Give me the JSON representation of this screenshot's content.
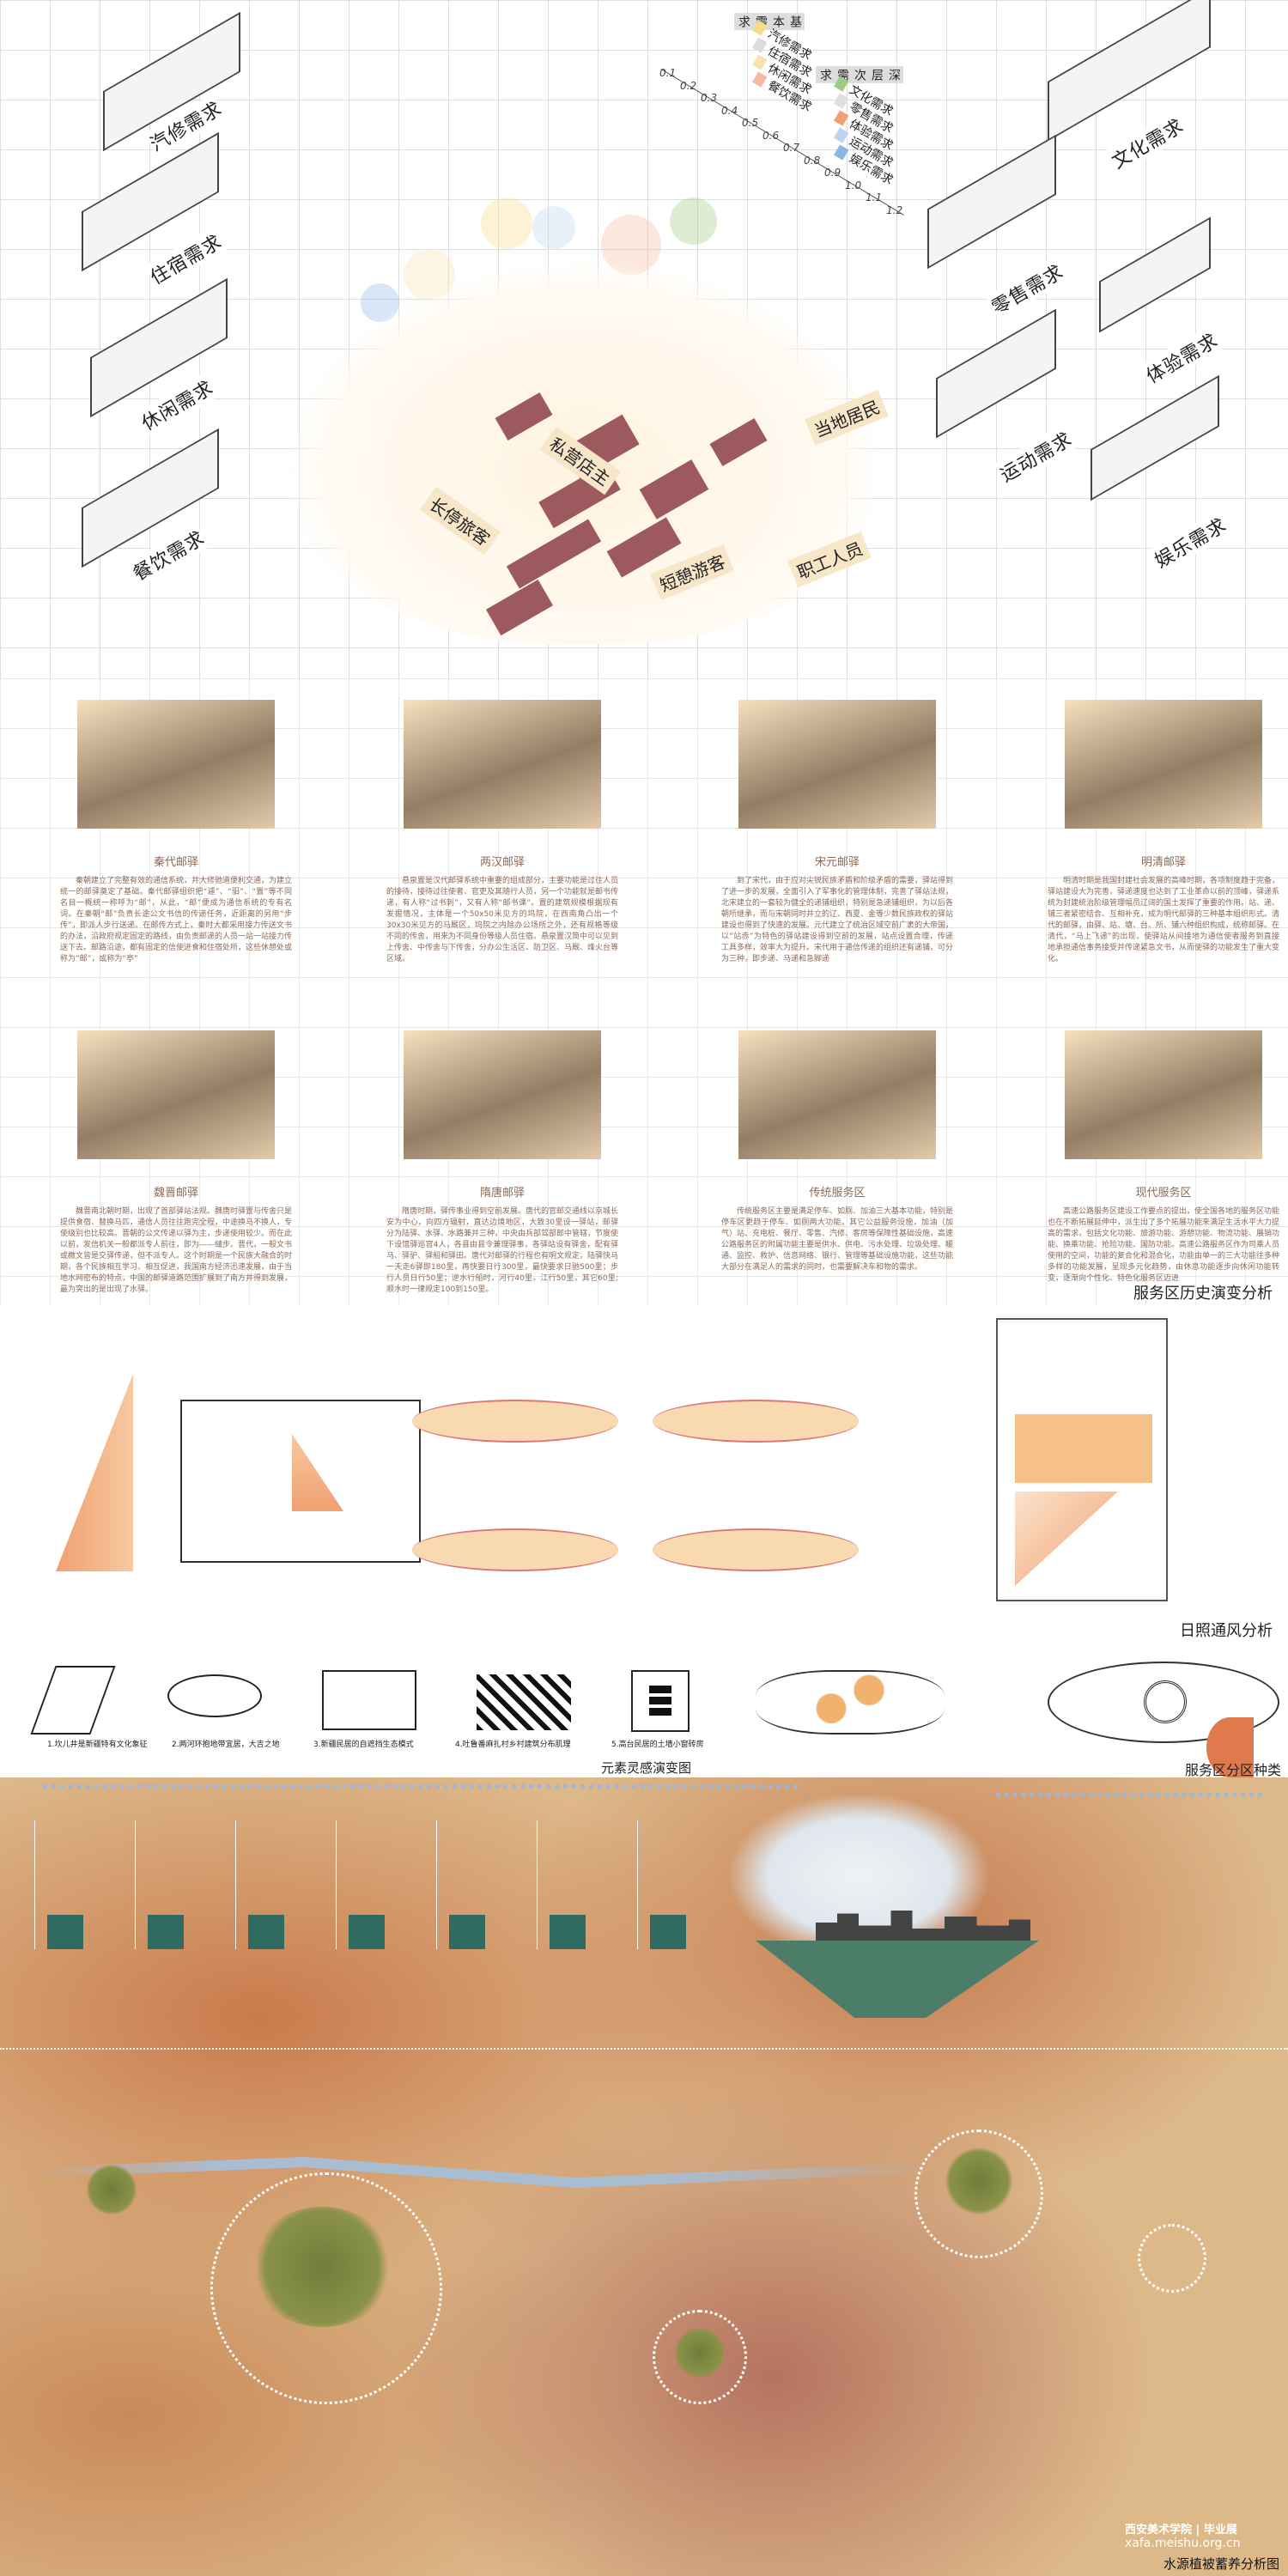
{
  "demand_diagram": {
    "left_needs": [
      "汽修需求",
      "住宿需求",
      "休闲需求",
      "餐饮需求"
    ],
    "right_needs": [
      "文化需求",
      "零售需求",
      "体验需求",
      "运动需求",
      "娱乐需求"
    ],
    "legend": {
      "basic_label": "基本需求",
      "basic": [
        {
          "label": "汽修需求",
          "color": "#f6dc8c"
        },
        {
          "label": "住宿需求",
          "color": "#dcdcdc"
        },
        {
          "label": "休闲需求",
          "color": "#f8e2b0"
        },
        {
          "label": "餐饮需求",
          "color": "#f4b9a0"
        }
      ],
      "deep_label": "深层次需求",
      "deep": [
        {
          "label": "文化需求",
          "color": "#9ccc84"
        },
        {
          "label": "零售需求",
          "color": "#dedede"
        },
        {
          "label": "体验需求",
          "color": "#f0a070"
        },
        {
          "label": "运动需求",
          "color": "#bcd4ee"
        },
        {
          "label": "娱乐需求",
          "color": "#8ab8e4"
        }
      ]
    },
    "axis_ticks": [
      "0.1",
      "0.2",
      "0.3",
      "0.4",
      "0.5",
      "0.6",
      "0.7",
      "0.8",
      "0.9",
      "1.0",
      "1.1",
      "1.2"
    ],
    "people": [
      "长停旅客",
      "私营店主",
      "短憩游客",
      "当地居民",
      "职工人员"
    ]
  },
  "history": {
    "cards": [
      {
        "title": "秦代邮驿",
        "text": "秦朝建立了完整有效的通信系统，并大修驰道便利交通，为建立统一的邮驿奠定了基础。秦代邮驿组织把“遽”、“驲”、“置”等不同名目一概统一称呼为“邮”，从此，“邮”便成为通信系统的专有名词。在秦朝“邮”负责长途公文书信的传递任务，近距离的另用“步传”，即派人步行送递。在邮传方式上，秦时大都采用接力传送文书的办法，沿政府规定固定的路线，由负责邮递的人员一站一站接力传送下去。邮路沿途，都有固定的信使进食和住宿处所，这些休憩处或称为“邮”，或称为“亭”"
      },
      {
        "title": "两汉邮驿",
        "text": "悬泉置是汉代邮驿系统中重要的组成部分，主要功能是过往人员的接待，接待过往使者、官吏及其随行人员，另一个功能就是邮书传递，有人称“过书刺”，又有人称“邮书课”。置的建筑规模根据现有发掘情况，主体是一个50x50米见方的坞院，在西南角凸出一个30x30米见方的马厩区，坞院之内除办公场所之外，还有规格等级不同的传舍，用来为不同身份等级人员住宿。悬泉置汉简中可以见到上传舍、中传舍与下传舍，分办公生活区、防卫区、马厩、烽火台等区域。"
      },
      {
        "title": "宋元邮驿",
        "text": "到了宋代，由于应对尖锐民族矛盾和阶级矛盾的需要，驿站得到了进一步的发展，全面引入了军事化的管理体制，完善了驿站法规，北宋建立的一套较为健全的递铺组织，特别是急递铺组织，为以后各朝所继承，而与宋朝同时并立的辽、西夏、金等少数民族政权的驿站建设也得到了快速的发展。元代建立了统治区域空前广袤的大帝国，以“站赤”为特色的驿站建设得到空前的发展，站点设置合理，传递工具多样，效率大为提升。宋代用于通信传递的组织还有递铺，可分为三种，即步递、马递和急脚递"
      },
      {
        "title": "明清邮驿",
        "text": "明清时期是我国封建社会发展的高峰时期，各项制度趋于完备，驿站建设大为完善，驿递速度也达到了工业革命以前的顶峰，驿递系统为封建统治阶级管理幅员辽阔的国土发挥了重要的作用。站、递、铺三者紧密结合、互相补充，成为明代邮驿的三种基本组织形式。清代的邮驿，由驿、站、塘、台、所、铺六种组织构成，统称邮驿。在清代，“马上飞递”的出现，使驿站从间接地为通信使者服务到直接地承担通信事务接受并传递紧急文书，从而使驿的功能发生了重大变化。"
      },
      {
        "title": "魏晋邮驿",
        "text": "魏晋南北朝时期，出现了首部驿站法规。魏唐时驿置与传舍只是提供食宿、替换马匹，通信人员往往跑完全程，中途换马不换人，专使级别也比较高。晋朝的公文传递以驿为主，步递使用较少。而在此以前，发信机关一般都派专人前往，即为——缱步。晋代，一般文书或檄文皆是交驿传递，但不派专人。这个时期是一个民族大融合的时期，各个民族相互学习、相互促进，我国南方经济迅速发展，由于当地水网密布的特点，中国的邮驿道路范围扩展到了南方并得到发展，最为突出的是出现了水驿。"
      },
      {
        "title": "隋唐邮驿",
        "text": "隋唐时期，驿传事业得到空前发展。唐代的官邮交通线以京城长安为中心，向四方辐射，直达边境地区，大致30里设一驿站，邮驿分为陆驿、水驿、水路兼并三种，中央由兵部驾部郎中管辖，节度使下设馆驿巡官4人，各县由县令兼理驿事，各驿站设有驿舍，配有驿马、驿驴、驿船和驿田。唐代对邮驿的行程也有明文规定，陆驿快马一天走6驿即180里，再快要日行300里，最快要求日驰500里；步行人员日行50里；逆水行船时，河行40里，江行50里，其它60里;顺水时一律规定100到150里。"
      },
      {
        "title": "传统服务区",
        "text": "传统服务区主要是满足停车、如厕、加油三大基本功能，特别是停车区更趋于停车、如厕两大功能。其它公益服务设施，加油（加气）站、充电桩、餐厅、零售、汽修、客房等保障性基础设施，高速公路服务区的附属功能主要是供水、供电、污水处理、垃圾处理、暖通、监控、救护、信息网络、银行、管理等基础设施功能，这些功能大部分在满足人的需求的同时，也需要解决车和物的需求。"
      },
      {
        "title": "现代服务区",
        "text": "高速公路服务区建设工作要点的提出，使全国各地的服务区功能也在不断拓展延伸中，派生出了多个拓展功能来满足生活水平大力提高的需求，包括文化功能、旅游功能、游憩功能、物流功能、展销功能、换乘功能、抢险功能、国防功能。高速公路服务区作为司乘人员使用的空间，功能的复合化和混合化，功能由单一的三大功能往多种多样的功能发展，呈现多元化趋势，由休息功能逐步向休闲功能转变，逐渐向个性化、特色化服务区迈进"
      }
    ],
    "section_title": "服务区历史演变分析"
  },
  "sun_wind": {
    "title": "日照通风分析"
  },
  "elements": {
    "items": [
      "1.坎儿井是新疆特有文化象征",
      "2.两河环抱地带宜居，大吉之地",
      "3.新疆民居的自遮挡生态模式",
      "4.吐鲁番麻扎村乡村建筑分布肌理",
      "5.高台民居的土墙小窗砖房"
    ],
    "title": "元素灵感演变图",
    "zone_title": "服务区分区种类"
  },
  "water": {
    "title": "水源植被蓄养分析图"
  },
  "watermark": {
    "school": "西安美术学院",
    "label": "毕业展",
    "url": "xafa.meishu.org.cn"
  }
}
